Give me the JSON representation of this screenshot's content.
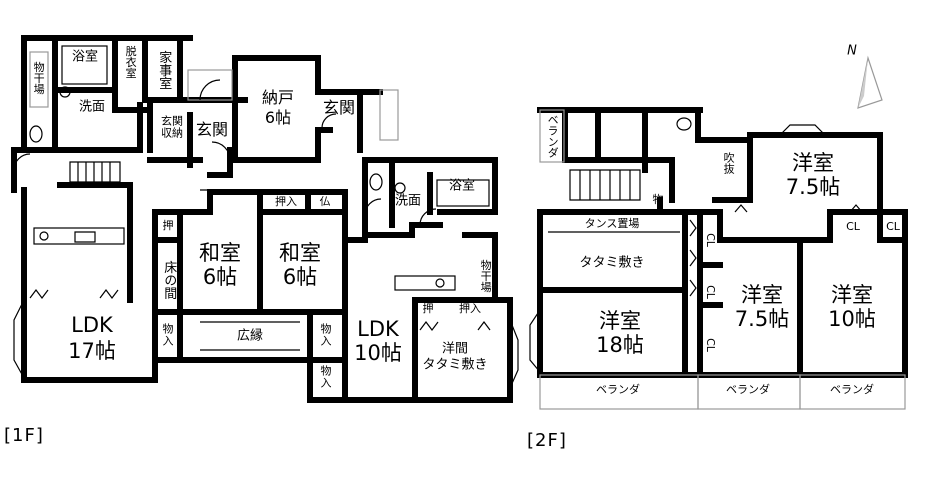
{
  "floor_1": {
    "label": "[1F]",
    "rooms": {
      "bath": "浴室",
      "dressing": "脱衣室",
      "housework": "家事室",
      "drying": "物干場",
      "washroom": "洗面",
      "entrance_storage": "玄関収納",
      "entrance_main": "玄関",
      "storeroom": "納戸",
      "storeroom_size": "6帖",
      "entrance_second": "玄関",
      "washroom_east": "洗面",
      "bath_east": "浴室",
      "closet_oshi": "押入",
      "butsudan": "仏",
      "oshi_small": "押",
      "washitsu_a": "和室",
      "washitsu_a_size": "6帖",
      "washitsu_b": "和室",
      "washitsu_b_size": "6帖",
      "tokonoma": "床の間",
      "ldk_west": "LDK",
      "ldk_west_size": "17帖",
      "storage_a": "物入",
      "hiroen": "広縁",
      "storage_b": "物入",
      "ldk_east": "LDK",
      "ldk_east_size": "10帖",
      "storage_c": "物入",
      "closet_oshi_2": "押",
      "closet_oshi_3": "押入",
      "yoma": "洋間",
      "yoma_note": "タタミ敷き",
      "drying_east": "物干場"
    }
  },
  "floor_2": {
    "label": "[2F]",
    "rooms": {
      "veranda_nw": "ベランダ",
      "storage": "物",
      "fukinuke": "吹抜",
      "yoshitsu_ne": "洋室",
      "yoshitsu_ne_size": "7.5帖",
      "cl_a": "CL",
      "cl_b": "CL",
      "tansu": "タンス置場",
      "tatami_note": "タタミ敷き",
      "cl_c": "CL",
      "cl_d": "CL",
      "cl_e": "CL",
      "yoshitsu_big": "洋室",
      "yoshitsu_big_size": "18帖",
      "yoshitsu_mid": "洋室",
      "yoshitsu_mid_size": "7.5帖",
      "yoshitsu_e": "洋室",
      "yoshitsu_e_size": "10帖",
      "veranda_1": "ベランダ",
      "veranda_2": "ベランダ",
      "veranda_3": "ベランダ"
    }
  },
  "compass": {
    "label": "N",
    "icon": "north-arrow-icon"
  }
}
